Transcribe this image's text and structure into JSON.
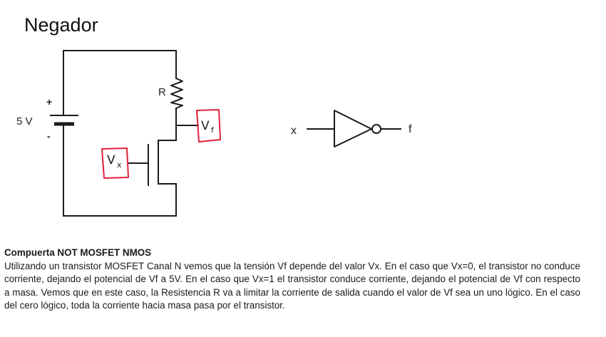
{
  "title": "Negador",
  "circuit": {
    "supply_label": "5 V",
    "plus": "+",
    "minus": "-",
    "resistor_label": "R",
    "vf_main": "V",
    "vf_sub": "f",
    "vx_main": "V",
    "vx_sub": "x"
  },
  "gate": {
    "input_label": "x",
    "output_label": "f"
  },
  "caption": {
    "heading": "Compuerta NOT MOSFET NMOS",
    "body": "Utilizando un transistor MOSFET Canal N vemos que la tensión Vf depende del valor Vx. En el caso que Vx=0, el transistor no conduce corriente, dejando el potencial de Vf a 5V. En el caso que Vx=1 el transistor conduce corriente, dejando el potencial de Vf con respecto a masa. Vemos que en este caso, la Resistencia R va a limitar la corriente de salida cuando el valor de Vf sea un uno lógico. En el caso del cero lógico, toda la corriente hacia masa pasa por el transistor."
  },
  "colors": {
    "wire": "#1a1a1a",
    "annotation": "#e0223a"
  }
}
